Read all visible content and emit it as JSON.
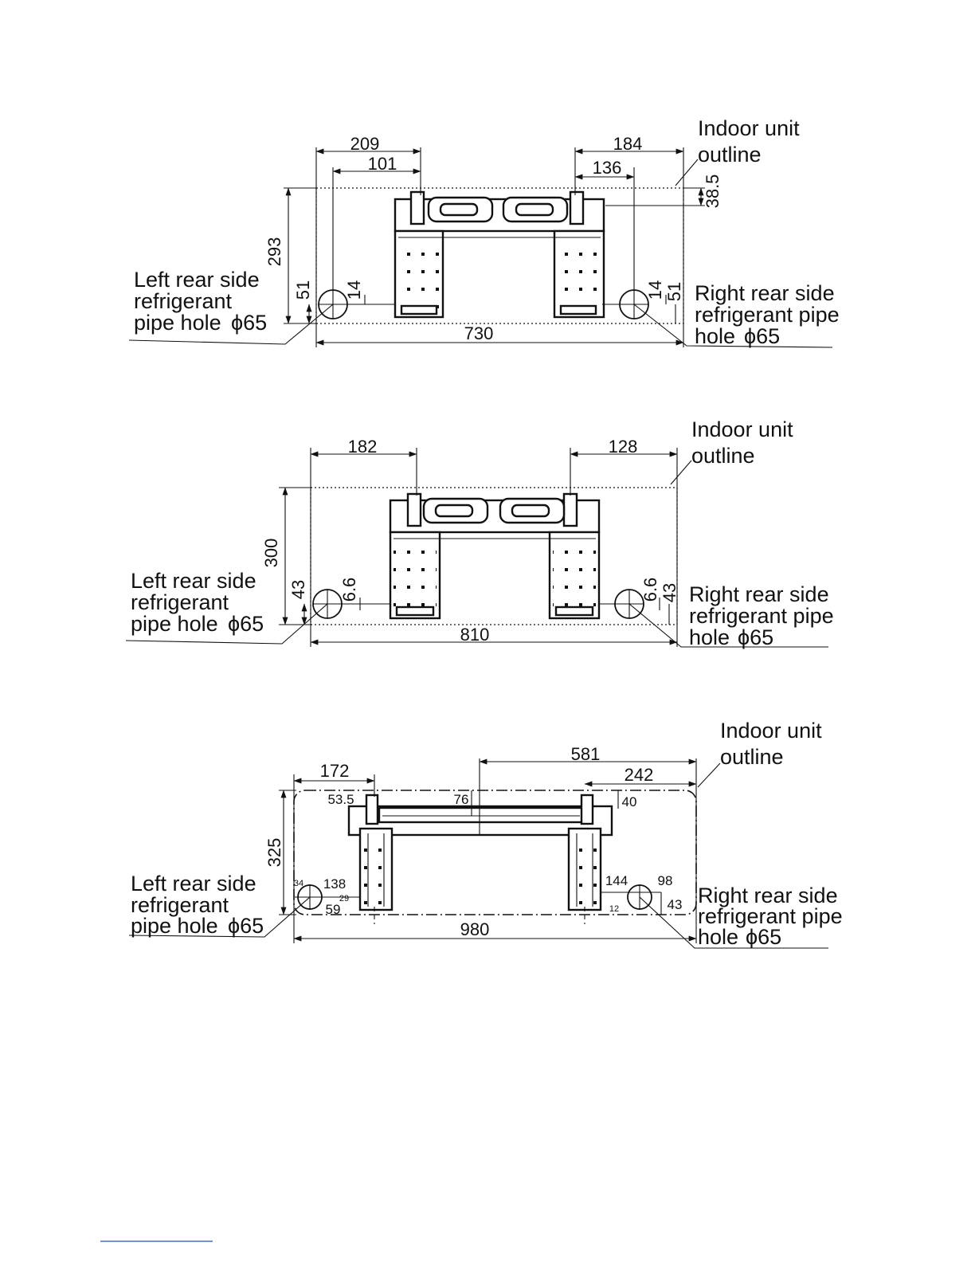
{
  "diagrams": [
    {
      "indoor_outline_label": [
        "Indoor unit",
        "outline"
      ],
      "left_label": [
        "Left rear side",
        "refrigerant",
        "pipe hole"
      ],
      "left_dia": "ϕ65",
      "right_label": [
        "Right rear side",
        "refrigerant pipe",
        "hole"
      ],
      "right_dia": "ϕ65",
      "dims": {
        "d209": "209",
        "d101": "101",
        "d184": "184",
        "d136": "136",
        "d38_5": "38.5",
        "d293": "293",
        "d51_left": "51",
        "d14_left": "14",
        "d14_right": "14",
        "d51_right": "51",
        "d730": "730"
      }
    },
    {
      "indoor_outline_label": [
        "Indoor unit",
        "outline"
      ],
      "left_label": [
        "Left rear side",
        "refrigerant",
        "pipe hole"
      ],
      "left_dia": "ϕ65",
      "right_label": [
        "Right rear side",
        "refrigerant pipe",
        "hole"
      ],
      "right_dia": "ϕ65",
      "dims": {
        "d182": "182",
        "d128": "128",
        "d300": "300",
        "d43_left": "43",
        "d6_6_left": "6.6",
        "d6_6_right": "6.6",
        "d43_right": "43",
        "d810": "810"
      }
    },
    {
      "indoor_outline_label": [
        "Indoor unit",
        "outline"
      ],
      "left_label": [
        "Left rear side",
        "refrigerant",
        "pipe hole"
      ],
      "left_dia": "ϕ65",
      "right_label": [
        "Right rear side",
        "refrigerant pipe",
        "hole"
      ],
      "right_dia": "ϕ65",
      "dims": {
        "d581": "581",
        "d172": "172",
        "d242": "242",
        "d53_5": "53.5",
        "d76": "76",
        "d40": "40",
        "d325": "325",
        "d34": "34",
        "d138": "138",
        "d29": "29",
        "d59": "59",
        "d144": "144",
        "d98": "98",
        "d12": "12",
        "d43": "43",
        "d980": "980"
      }
    }
  ]
}
